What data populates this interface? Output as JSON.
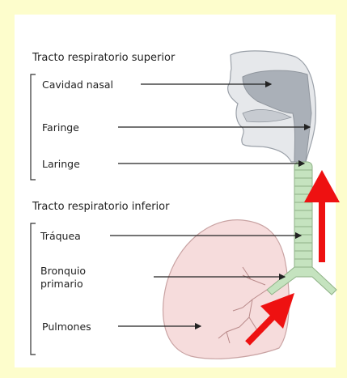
{
  "diagram": {
    "upper_section": "Tracto respiratorio superior",
    "lower_section": "Tracto respiratorio inferior",
    "labels": {
      "nasal": "Cavidad nasal",
      "pharynx": "Faringe",
      "larynx": "Laringe",
      "trachea": "Tráquea",
      "bronchus_1": "Bronquio",
      "bronchus_2": "primario",
      "lungs": "Pulmones"
    },
    "colors": {
      "background": "#fdfdcc",
      "lung": "#f5d9d9",
      "airway": "#c9e6c4",
      "head": "#a9aeb6",
      "arrow_red": "#ee1111"
    }
  }
}
